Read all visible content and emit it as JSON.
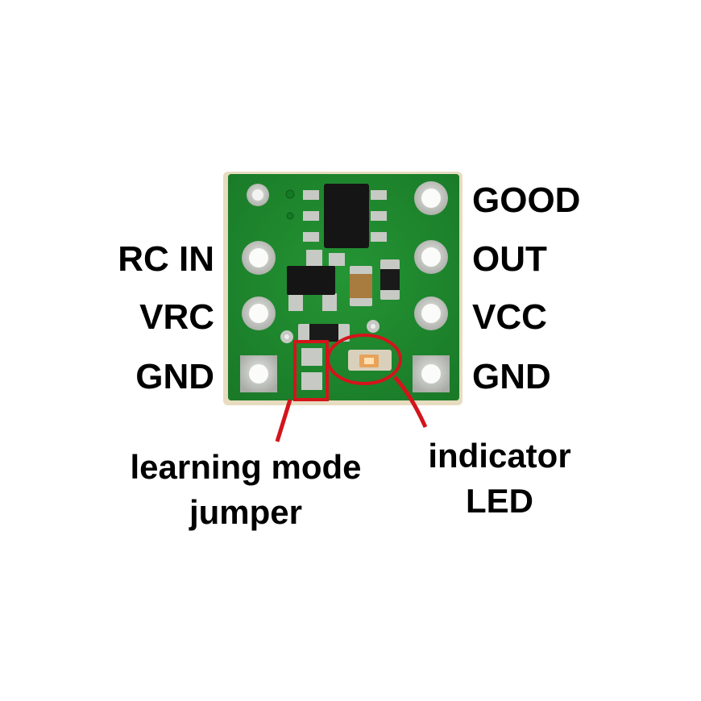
{
  "pins": {
    "left": [
      "RC IN",
      "VRC",
      "GND"
    ],
    "right": [
      "GOOD",
      "OUT",
      "VCC",
      "GND"
    ]
  },
  "callouts": {
    "jumper": {
      "line1": "learning mode",
      "line2": "jumper"
    },
    "led": {
      "line1": "indicator",
      "line2": "LED"
    }
  },
  "colors": {
    "pcb": "#1f8a2e",
    "pad": "#c9cbc6",
    "annotation": "#d4141b",
    "chip": "#151515",
    "led": "#e8a25a"
  }
}
